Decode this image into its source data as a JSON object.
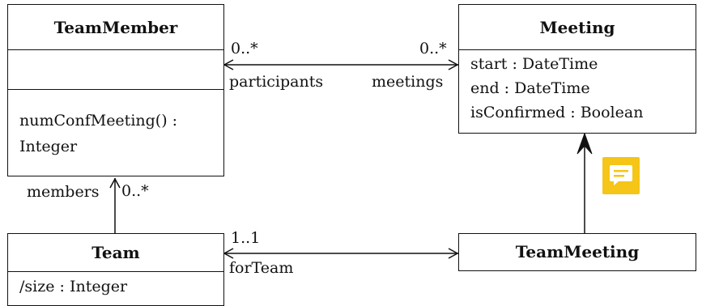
{
  "classes": {
    "team_member": {
      "name": "TeamMember",
      "attributes": [],
      "operations": [
        "numConfMeeting() :",
        "Integer"
      ]
    },
    "meeting": {
      "name": "Meeting",
      "attributes": [
        "start : DateTime",
        "end : DateTime",
        "isConfirmed : Boolean"
      ]
    },
    "team": {
      "name": "Team",
      "attributes": [
        "/size : Integer"
      ]
    },
    "team_meeting": {
      "name": "TeamMeeting"
    }
  },
  "associations": {
    "member_meeting": {
      "left_multiplicity": "0..*",
      "left_role": "participants",
      "right_multiplicity": "0..*",
      "right_role": "meetings"
    },
    "team_members": {
      "role": "members",
      "multiplicity": "0..*"
    },
    "team_teammeeting": {
      "multiplicity": "1..1",
      "role": "forTeam"
    }
  },
  "note_icon": {
    "name": "comment-note-icon",
    "color": "#F5C518"
  }
}
